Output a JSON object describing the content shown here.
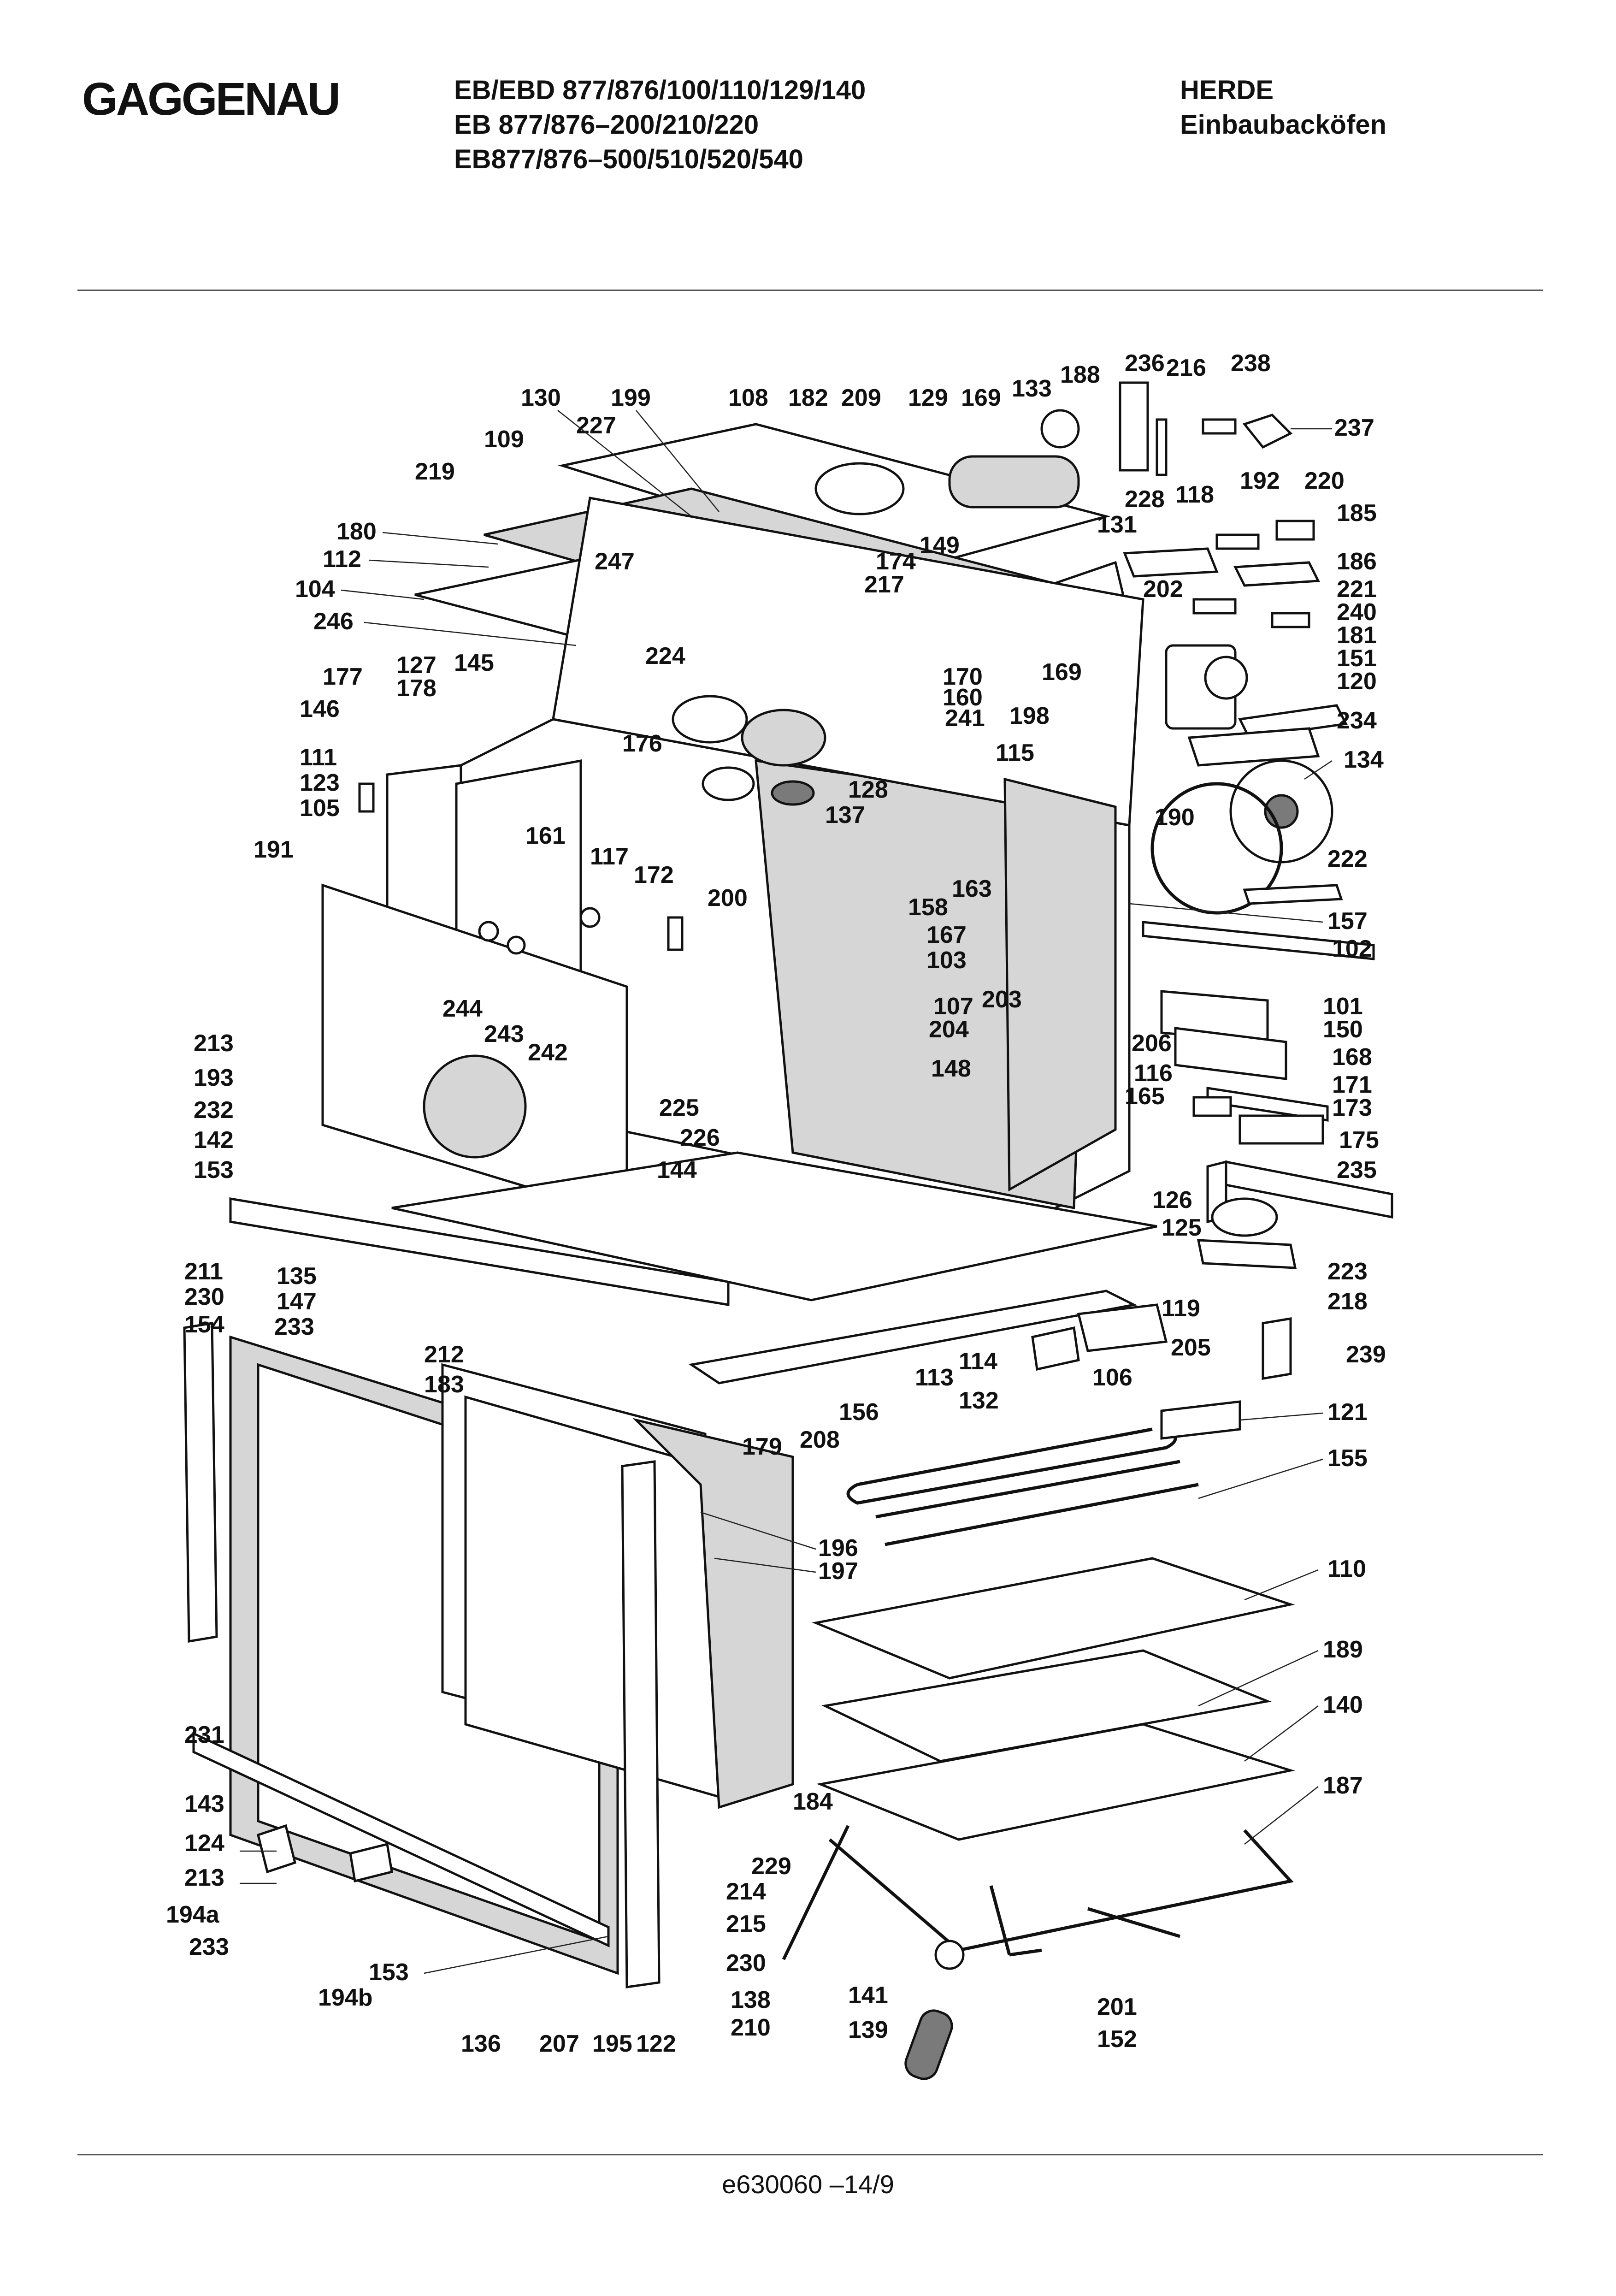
{
  "header": {
    "brand": "GAGGENAU",
    "models": [
      "EB/EBD 877/876/100/110/129/140",
      "EB 877/876–200/210/220",
      "EB877/876–500/510/520/540"
    ],
    "category_line1": "HERDE",
    "category_line2": "Einbaubacköfen"
  },
  "footer": {
    "document_number": "e630060 –14/9"
  },
  "callouts": [
    "236",
    "216",
    "238",
    "237",
    "188",
    "133",
    "130",
    "199",
    "108",
    "182",
    "209",
    "129",
    "169",
    "227",
    "109",
    "219",
    "228",
    "118",
    "192",
    "220",
    "185",
    "131",
    "186",
    "180",
    "112",
    "247",
    "174",
    "149",
    "104",
    "217",
    "202",
    "221",
    "240",
    "181",
    "246",
    "224",
    "151",
    "120",
    "177",
    "127",
    "145",
    "178",
    "170",
    "160",
    "169",
    "241",
    "198",
    "234",
    "146",
    "176",
    "115",
    "134",
    "111",
    "123",
    "105",
    "128",
    "137",
    "191",
    "161",
    "190",
    "117",
    "172",
    "222",
    "200",
    "163",
    "158",
    "157",
    "167",
    "102",
    "103",
    "101",
    "107",
    "203",
    "244",
    "150",
    "204",
    "243",
    "206",
    "168",
    "242",
    "148",
    "116",
    "171",
    "213",
    "165",
    "173",
    "193",
    "225",
    "226",
    "175",
    "232",
    "142",
    "144",
    "235",
    "153",
    "126",
    "125",
    "223",
    "218",
    "211",
    "135",
    "230",
    "147",
    "154",
    "233",
    "119",
    "212",
    "183",
    "205",
    "239",
    "114",
    "113",
    "132",
    "106",
    "179",
    "156",
    "208",
    "121",
    "155",
    "196",
    "197",
    "110",
    "189",
    "140",
    "231",
    "184",
    "187",
    "143",
    "229",
    "124",
    "214",
    "213",
    "215",
    "194a",
    "233",
    "153",
    "230",
    "194b",
    "138",
    "141",
    "201",
    "210",
    "136",
    "207",
    "195",
    "122",
    "139",
    "152"
  ]
}
